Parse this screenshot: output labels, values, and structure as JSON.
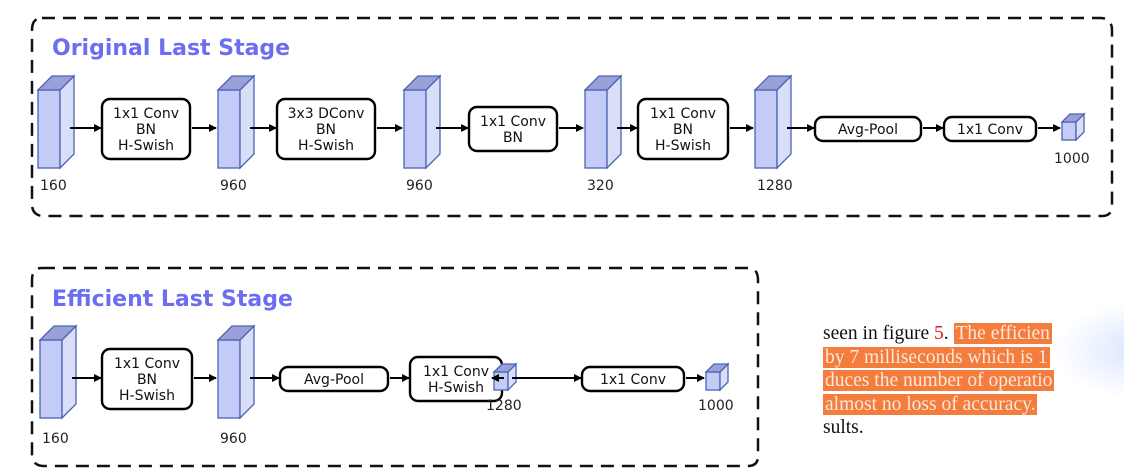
{
  "colors": {
    "title": "#6b6ef0",
    "tensor_front": "#c5cbf7",
    "tensor_side": "#dadff9",
    "tensor_top": "#9aa0d8",
    "tensor_stroke": "#4a64b4",
    "highlight": "#f47c3c",
    "reference": "#e02020"
  },
  "stages": [
    {
      "title": "Original Last Stage",
      "elements": [
        {
          "type": "tensor",
          "size": "tall",
          "label": "160"
        },
        {
          "type": "op",
          "lines": [
            "1x1 Conv",
            "BN",
            "H-Swish"
          ]
        },
        {
          "type": "tensor",
          "size": "tall",
          "label": "960"
        },
        {
          "type": "op",
          "lines": [
            "3x3 DConv",
            "BN",
            "H-Swish"
          ]
        },
        {
          "type": "tensor",
          "size": "tall",
          "label": "960"
        },
        {
          "type": "op",
          "lines": [
            "1x1 Conv",
            "BN"
          ]
        },
        {
          "type": "tensor",
          "size": "tall",
          "label": "320"
        },
        {
          "type": "op",
          "lines": [
            "1x1 Conv",
            "BN",
            "H-Swish"
          ]
        },
        {
          "type": "tensor",
          "size": "tall",
          "label": "1280"
        },
        {
          "type": "op",
          "lines": [
            "Avg-Pool"
          ]
        },
        {
          "type": "op",
          "lines": [
            "1x1 Conv"
          ]
        },
        {
          "type": "tensor",
          "size": "small",
          "label": "1000"
        }
      ]
    },
    {
      "title": "Efficient Last Stage",
      "elements": [
        {
          "type": "tensor",
          "size": "tall",
          "label": "160"
        },
        {
          "type": "op",
          "lines": [
            "1x1 Conv",
            "BN",
            "H-Swish"
          ]
        },
        {
          "type": "tensor",
          "size": "tall",
          "label": "960"
        },
        {
          "type": "op",
          "lines": [
            "Avg-Pool"
          ]
        },
        {
          "type": "op",
          "lines": [
            "1x1 Conv",
            "H-Swish"
          ]
        },
        {
          "type": "tensor",
          "size": "small",
          "label": "1280"
        },
        {
          "type": "op",
          "lines": [
            "1x1 Conv"
          ]
        },
        {
          "type": "tensor",
          "size": "small",
          "label": "1000"
        }
      ]
    }
  ],
  "paper_text": {
    "line1_plain": "seen in figure ",
    "line1_ref": "5",
    "line1_after": ". ",
    "line1_highlight": "The efficien",
    "line2_highlight": "by 7 milliseconds which is 1",
    "line3_highlight": "duces the number of operatio",
    "line4_highlight": "almost no loss of accuracy.",
    "line5_plain": "sults."
  }
}
